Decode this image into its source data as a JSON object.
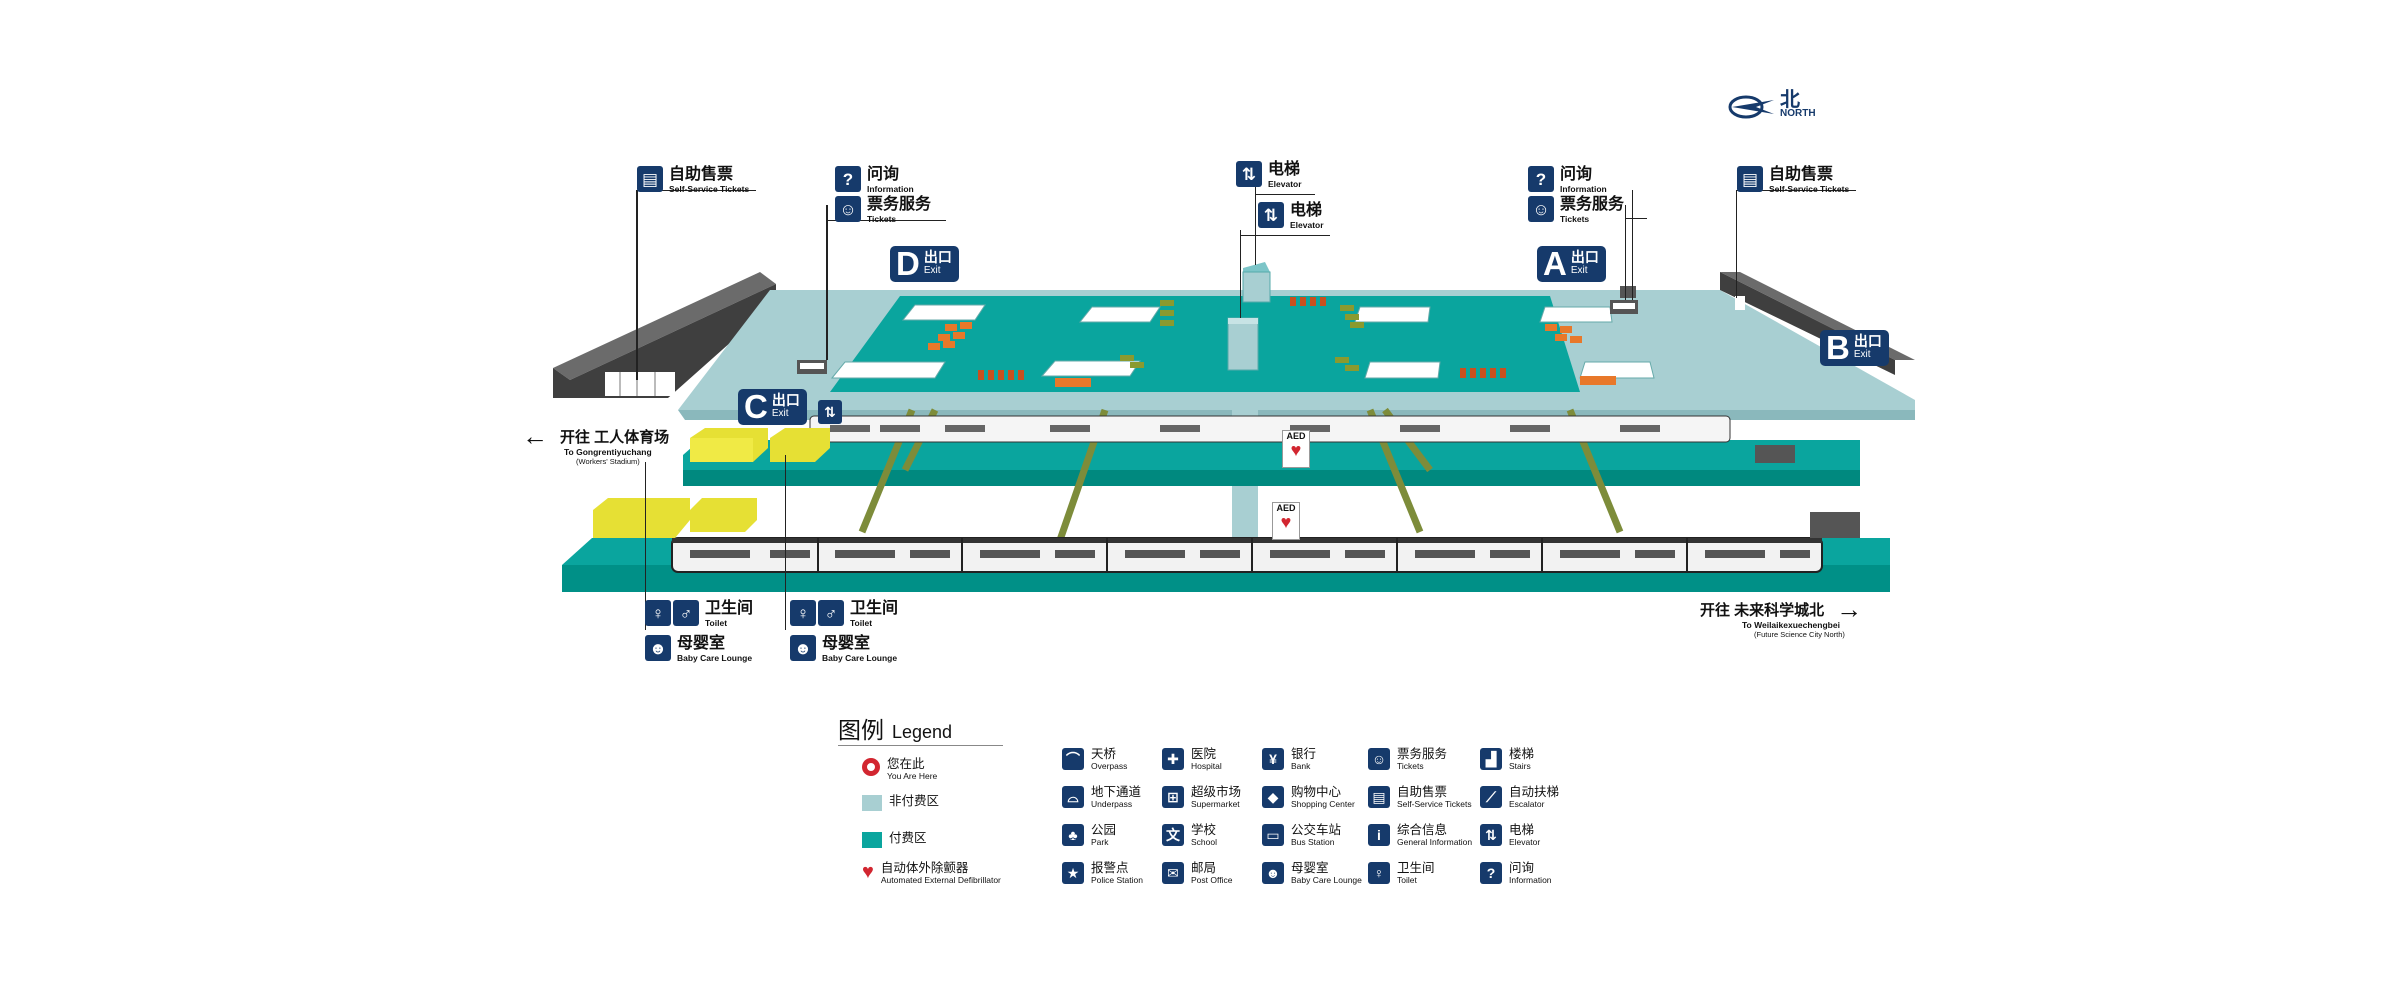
{
  "colors": {
    "paid_area": "#0aa59e",
    "unpaid_area": "#a8cfd2",
    "navy": "#163a6b",
    "rail": "#7d8c3a",
    "building": "#3f3f3f",
    "yellow": "#e6e034",
    "aed": "#d22630"
  },
  "compass": {
    "zh": "北",
    "en": "NORTH",
    "icon": "compass-arrow-icon"
  },
  "callouts": {
    "ticket_left": {
      "zh": "自助售票",
      "en": "Self-Service Tickets",
      "icon": "ticket-machine-icon"
    },
    "info_left": {
      "zh": "问询",
      "en": "Information",
      "icon": "question-icon"
    },
    "service_left": {
      "zh": "票务服务",
      "en": "Tickets",
      "icon": "ticket-service-icon"
    },
    "elevator_1": {
      "zh": "电梯",
      "en": "Elevator",
      "icon": "elevator-icon"
    },
    "elevator_2": {
      "zh": "电梯",
      "en": "Elevator",
      "icon": "elevator-icon"
    },
    "info_right": {
      "zh": "问询",
      "en": "Information",
      "icon": "question-icon"
    },
    "service_right": {
      "zh": "票务服务",
      "en": "Tickets",
      "icon": "ticket-service-icon"
    },
    "ticket_right": {
      "zh": "自助售票",
      "en": "Self-Service Tickets",
      "icon": "ticket-machine-icon"
    },
    "toilet_1": {
      "zh": "卫生间",
      "en": "Toilet",
      "icon": "toilet-icon"
    },
    "baby_1": {
      "zh": "母婴室",
      "en": "Baby Care Lounge",
      "icon": "baby-care-icon"
    },
    "toilet_2": {
      "zh": "卫生间",
      "en": "Toilet",
      "icon": "toilet-icon"
    },
    "baby_2": {
      "zh": "母婴室",
      "en": "Baby Care Lounge",
      "icon": "baby-care-icon"
    }
  },
  "exits": [
    {
      "letter": "D",
      "zh": "出口",
      "en": "Exit"
    },
    {
      "letter": "A",
      "zh": "出口",
      "en": "Exit"
    },
    {
      "letter": "B",
      "zh": "出口",
      "en": "Exit"
    },
    {
      "letter": "C",
      "zh": "出口",
      "en": "Exit"
    }
  ],
  "aed": {
    "label": "AED"
  },
  "directions": {
    "left": {
      "zh": "开往 工人体育场",
      "en": "To Gongrentiyuchang",
      "sub": "(Workers' Stadium)",
      "arrow": "←"
    },
    "right": {
      "zh": "开往 未来科学城北",
      "en": "To Weilaikexuechengbei",
      "sub": "(Future Science City North)",
      "arrow": "→"
    }
  },
  "legend": {
    "title_zh": "图例",
    "title_en": "Legend",
    "left": [
      {
        "zh": "您在此",
        "en": "You Are Here",
        "kind": "you-are-here-icon"
      },
      {
        "zh": "非付费区",
        "en": "",
        "kind": "unpaid-area-swatch"
      },
      {
        "zh": "付费区",
        "en": "",
        "kind": "paid-area-swatch"
      },
      {
        "zh": "自动体外除颤器",
        "en": "Automated External Defibrillator",
        "kind": "aed-icon"
      }
    ],
    "grid": [
      [
        {
          "zh": "天桥",
          "en": "Overpass",
          "icon": "overpass-icon"
        },
        {
          "zh": "医院",
          "en": "Hospital",
          "icon": "hospital-icon"
        },
        {
          "zh": "银行",
          "en": "Bank",
          "icon": "bank-icon"
        },
        {
          "zh": "票务服务",
          "en": "Tickets",
          "icon": "ticket-service-icon"
        },
        {
          "zh": "楼梯",
          "en": "Stairs",
          "icon": "stairs-icon"
        }
      ],
      [
        {
          "zh": "地下通道",
          "en": "Underpass",
          "icon": "underpass-icon"
        },
        {
          "zh": "超级市场",
          "en": "Supermarket",
          "icon": "supermarket-icon"
        },
        {
          "zh": "购物中心",
          "en": "Shopping Center",
          "icon": "shopping-icon"
        },
        {
          "zh": "自助售票",
          "en": "Self-Service Tickets",
          "icon": "ticket-machine-icon"
        },
        {
          "zh": "自动扶梯",
          "en": "Escalator",
          "icon": "escalator-icon"
        }
      ],
      [
        {
          "zh": "公园",
          "en": "Park",
          "icon": "park-icon"
        },
        {
          "zh": "学校",
          "en": "School",
          "icon": "school-icon"
        },
        {
          "zh": "公交车站",
          "en": "Bus Station",
          "icon": "bus-icon"
        },
        {
          "zh": "综合信息",
          "en": "General Information",
          "icon": "info-icon"
        },
        {
          "zh": "电梯",
          "en": "Elevator",
          "icon": "elevator-icon"
        }
      ],
      [
        {
          "zh": "报警点",
          "en": "Police Station",
          "icon": "police-icon"
        },
        {
          "zh": "邮局",
          "en": "Post Office",
          "icon": "post-icon"
        },
        {
          "zh": "母婴室",
          "en": "Baby Care Lounge",
          "icon": "baby-care-icon"
        },
        {
          "zh": "卫生间",
          "en": "Toilet",
          "icon": "toilet-icon"
        },
        {
          "zh": "问询",
          "en": "Information",
          "icon": "question-icon"
        }
      ]
    ]
  }
}
